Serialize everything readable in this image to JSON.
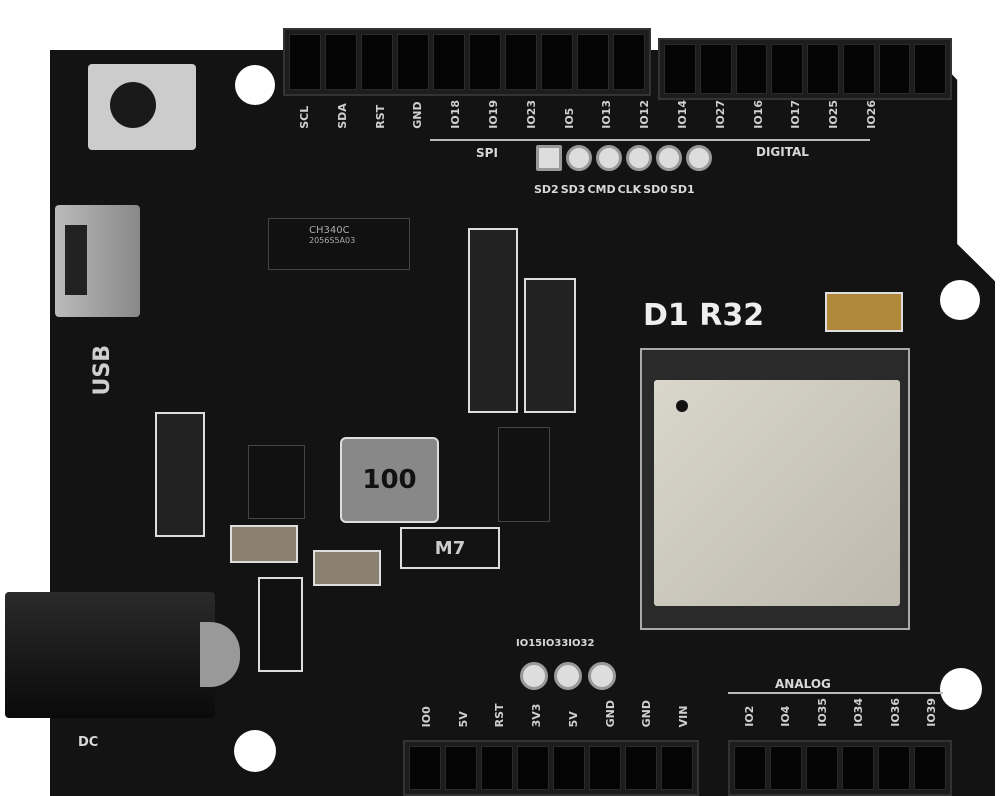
{
  "board": {
    "name": "D1 R32",
    "usb_label": "USB",
    "dc_label": "DC",
    "top_header_labels": [
      "SCL",
      "SDA",
      "RST",
      "GND",
      "IO18",
      "IO19",
      "IO23",
      "IO5",
      "IO13",
      "IO12",
      "IO14",
      "IO27",
      "IO16",
      "IO17",
      "IO25",
      "IO26"
    ],
    "spi_label": "SPI",
    "digital_label": "DIGITAL",
    "spi_pads": [
      "SD2",
      "SD3",
      "CMD",
      "CLK",
      "SD0",
      "SD1"
    ],
    "mid_pads": [
      "IO15",
      "IO33",
      "IO32"
    ],
    "power_header_labels": [
      "IO0",
      "5V",
      "RST",
      "3V3",
      "5V",
      "GND",
      "GND",
      "VIN"
    ],
    "analog_label": "ANALOG",
    "analog_header_labels": [
      "IO2",
      "IO4",
      "IO35",
      "IO34",
      "IO36",
      "IO39"
    ],
    "usb_chip": "CH340C",
    "usb_chip_code": "2056S5A03",
    "inductor": "100",
    "diode": "M7"
  }
}
